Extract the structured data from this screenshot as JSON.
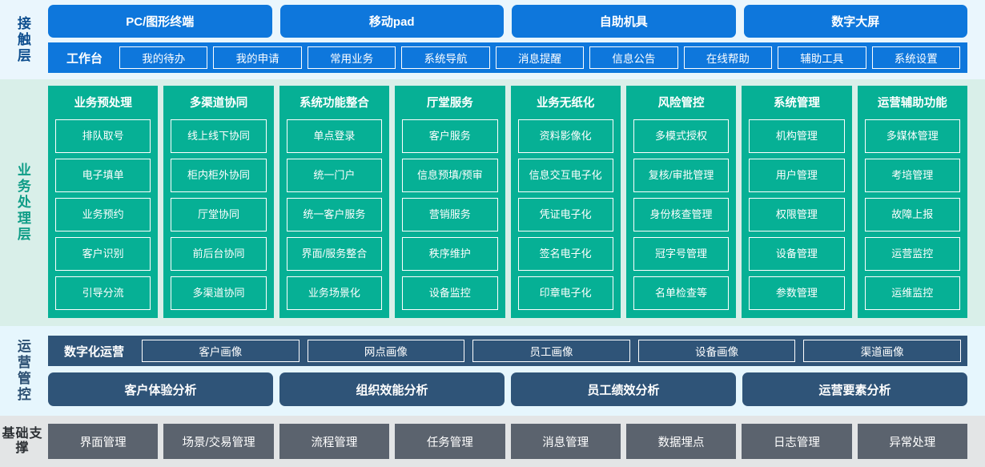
{
  "contact_layer": {
    "label": "接触层",
    "terminals": [
      "PC/图形终端",
      "移动pad",
      "自助机具",
      "数字大屏"
    ],
    "workbench_title": "工作台",
    "workbench_items": [
      "我的待办",
      "我的申请",
      "常用业务",
      "系统导航",
      "消息提醒",
      "信息公告",
      "在线帮助",
      "辅助工具",
      "系统设置"
    ]
  },
  "business_layer": {
    "label": "业务处理层",
    "columns": [
      {
        "title": "业务预处理",
        "items": [
          "排队取号",
          "电子填单",
          "业务预约",
          "客户识别",
          "引导分流"
        ]
      },
      {
        "title": "多渠道协同",
        "items": [
          "线上线下协同",
          "柜内柜外协同",
          "厅堂协同",
          "前后台协同",
          "多渠道协同"
        ]
      },
      {
        "title": "系统功能整合",
        "items": [
          "单点登录",
          "统一门户",
          "统一客户服务",
          "界面/服务整合",
          "业务场景化"
        ]
      },
      {
        "title": "厅堂服务",
        "items": [
          "客户服务",
          "信息预填/预审",
          "营销服务",
          "秩序维护",
          "设备监控"
        ]
      },
      {
        "title": "业务无纸化",
        "items": [
          "资料影像化",
          "信息交互电子化",
          "凭证电子化",
          "签名电子化",
          "印章电子化"
        ]
      },
      {
        "title": "风险管控",
        "items": [
          "多模式授权",
          "复核/审批管理",
          "身份核查管理",
          "冠字号管理",
          "名单检查等"
        ]
      },
      {
        "title": "系统管理",
        "items": [
          "机构管理",
          "用户管理",
          "权限管理",
          "设备管理",
          "参数管理"
        ]
      },
      {
        "title": "运营辅助功能",
        "items": [
          "多媒体管理",
          "考培管理",
          "故障上报",
          "运营监控",
          "运维监控"
        ]
      }
    ]
  },
  "operations_layer": {
    "label": "运营管控",
    "digital_title": "数字化运营",
    "portraits": [
      "客户画像",
      "网点画像",
      "员工画像",
      "设备画像",
      "渠道画像"
    ],
    "analyses": [
      "客户体验分析",
      "组织效能分析",
      "员工绩效分析",
      "运营要素分析"
    ]
  },
  "base_layer": {
    "label": "基础支撑",
    "items": [
      "界面管理",
      "场景/交易管理",
      "流程管理",
      "任务管理",
      "消息管理",
      "数据埋点",
      "日志管理",
      "异常处理"
    ]
  },
  "colors": {
    "contact_bg": "#eaf6fd",
    "contact_accent": "#0e77dc",
    "business_bg": "#d9efe9",
    "business_accent": "#06b095",
    "operations_bg": "#e6f6fd",
    "operations_accent": "#2f5478",
    "base_bg": "#e3e5e6",
    "base_accent": "#5b636e"
  }
}
